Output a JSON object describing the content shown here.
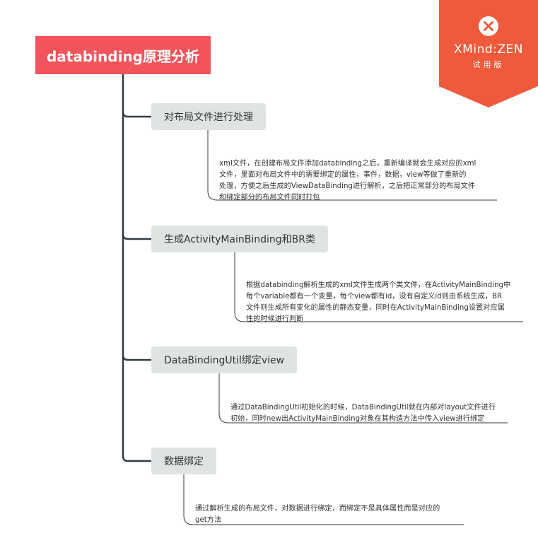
{
  "root": {
    "title": "databinding原理分析"
  },
  "topics": [
    {
      "label": "对布局文件进行处理",
      "note": "xml文件，在创建布局文件添加databinding之后，重新编译就会生成对应的xml\n文件，里面对布局文件中的需要绑定的属性，事件，数据，view等做了重新的\n处理，方便之后生成的ViewDataBinding进行解析，之后把正常部分的布局文件\n和绑定部分的布局文件同时打包"
    },
    {
      "label": "生成ActivityMainBinding和BR类",
      "note": "根据databinding解析生成的xml文件生成两个类文件，在ActivityMainBinding中\n每个variable都有一个变量，每个view都有id，没有自定义id则由系统生成，BR\n文件则生成所有变化的属性的静态变量，同时在ActivityMainBinding设置对应属\n性的时候进行判断"
    },
    {
      "label": "DataBindingUtil绑定view",
      "note": "通过DataBindingUtil初始化的时候，DataBindingUtil就在内部对layout文件进行\n初始，同时new出ActivityMainBinding对象在其构造方法中传入view进行绑定"
    },
    {
      "label": "数据绑定",
      "note": "通过解析生成的布局文件，对数据进行绑定，而绑定不是具体属性而是对应的\nget方法"
    }
  ],
  "watermark": {
    "brand": "XMind:ZEN",
    "edition": "试用版",
    "icon": "xmind-logo-icon"
  },
  "colors": {
    "root_bg": "#f2545b",
    "topic_bg": "#dfe3e4",
    "line": "#2f3b43",
    "badge": "#f05a3c"
  }
}
